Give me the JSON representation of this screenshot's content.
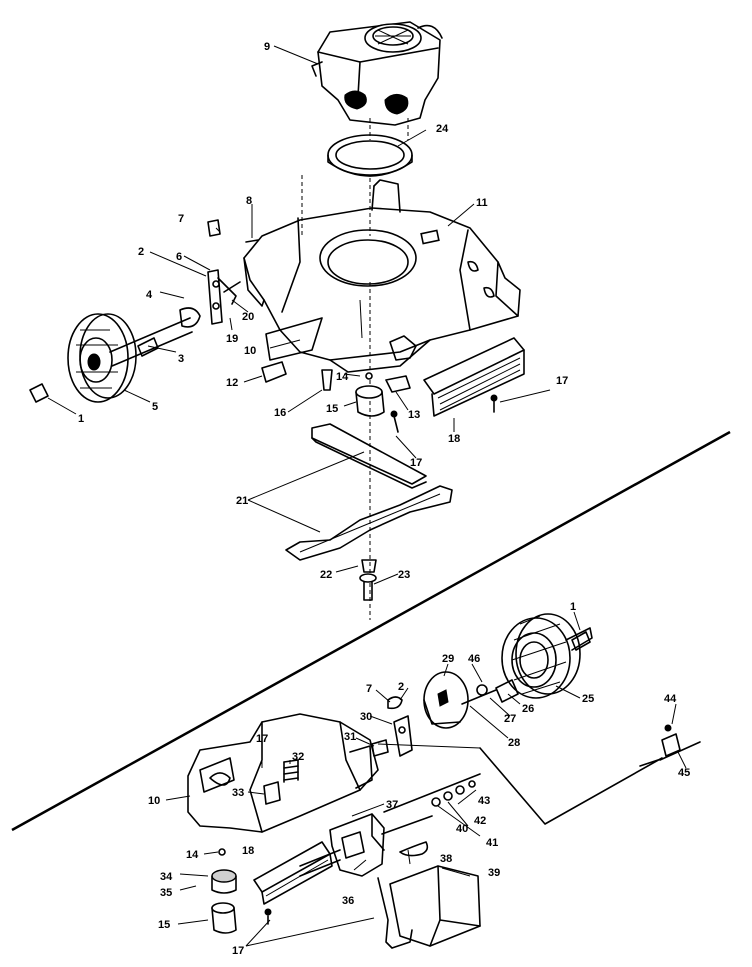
{
  "callouts": {
    "c1a": "1",
    "c1b": "1",
    "c2a": "2",
    "c2b": "2",
    "c3": "3",
    "c4": "4",
    "c5": "5",
    "c6": "6",
    "c7a": "7",
    "c7b": "7",
    "c8": "8",
    "c9": "9",
    "c10a": "10",
    "c10b": "10",
    "c11": "11",
    "c12": "12",
    "c13": "13",
    "c14a": "14",
    "c14b": "14",
    "c15a": "15",
    "c15b": "15",
    "c16": "16",
    "c17a": "17",
    "c17b": "17",
    "c17c": "17",
    "c17d": "17",
    "c18a": "18",
    "c18b": "18",
    "c19": "19",
    "c20": "20",
    "c21": "21",
    "c22": "22",
    "c23": "23",
    "c24": "24",
    "c25": "25",
    "c26": "26",
    "c27": "27",
    "c28": "28",
    "c29": "29",
    "c30": "30",
    "c31": "31",
    "c32": "32",
    "c33": "33",
    "c34": "34",
    "c35": "35",
    "c36": "36",
    "c37": "37",
    "c38": "38",
    "c39": "39",
    "c40": "40",
    "c41": "41",
    "c42": "42",
    "c43": "43",
    "c44": "44",
    "c45": "45",
    "c46": "46"
  }
}
